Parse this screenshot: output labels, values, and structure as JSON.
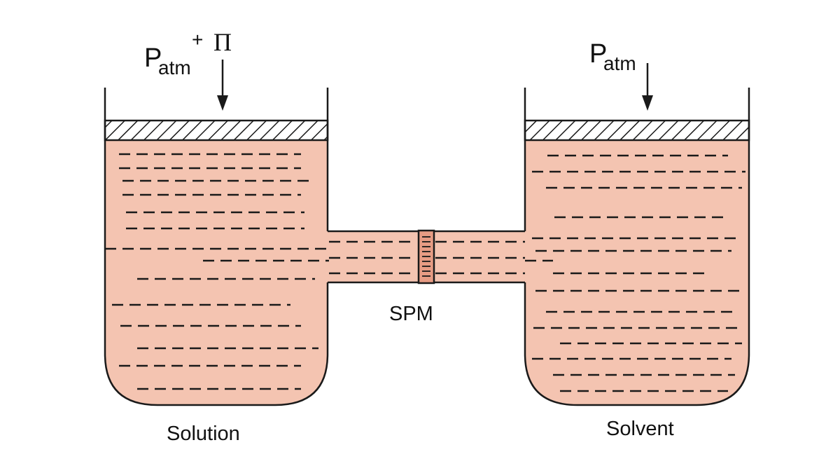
{
  "labels": {
    "left_pressure_main": "P",
    "left_pressure_sub": "atm",
    "left_pressure_plus": "+",
    "left_pressure_pi": "Π",
    "right_pressure_main": "P",
    "right_pressure_sub": "atm",
    "membrane": "SPM",
    "left_container": "Solution",
    "right_container": "Solvent"
  },
  "colors": {
    "liquid": "#f4c4b1",
    "outline": "#1a1a1a",
    "membrane_fill": "#e79c84",
    "hatch_stroke": "#1a1a1a"
  }
}
